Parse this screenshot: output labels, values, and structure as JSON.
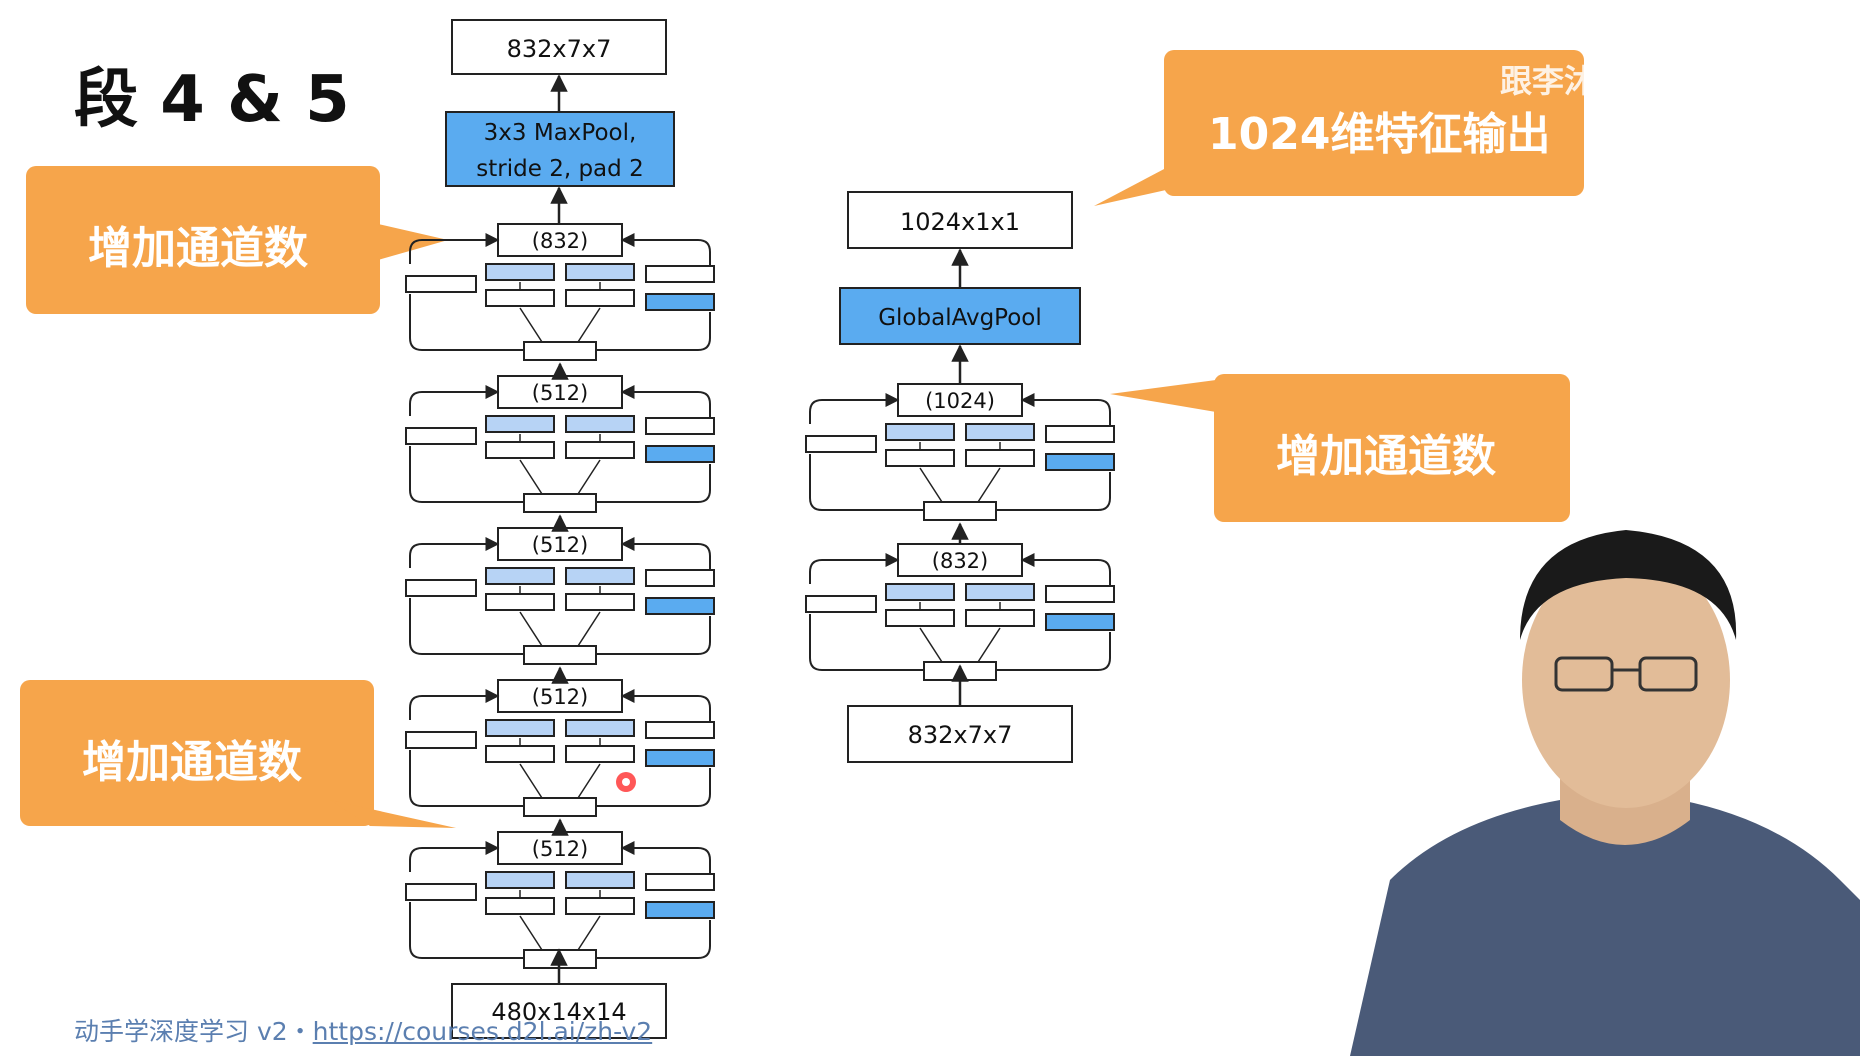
{
  "slide": {
    "title": "段 4 & 5",
    "footer_prefix": "动手学深度学习 v2・",
    "footer_link": "https://courses.d2l.ai/zh-v2",
    "watermark": "跟李沐学AI"
  },
  "left_column": {
    "top_output": "832x7x7",
    "maxpool_line1": "3x3 MaxPool,",
    "maxpool_line2": "stride 2, pad 2",
    "bottom_input": "480x14x14",
    "inception_labels": [
      "(832)",
      "(512)",
      "(512)",
      "(512)",
      "(512)"
    ]
  },
  "right_column": {
    "top_output": "1024x1x1",
    "pool_label": "GlobalAvgPool",
    "bottom_input": "832x7x7",
    "inception_labels": [
      "(1024)",
      "(832)"
    ]
  },
  "callouts": {
    "left_top": "增加通道数",
    "left_bottom": "增加通道数",
    "right_top": "1024维特征输出",
    "right_middle": "增加通道数"
  },
  "colors": {
    "callout": "#f6a54b",
    "block_blue": "#5aabf0",
    "block_light": "#b7d3f5",
    "stroke": "#222222"
  }
}
